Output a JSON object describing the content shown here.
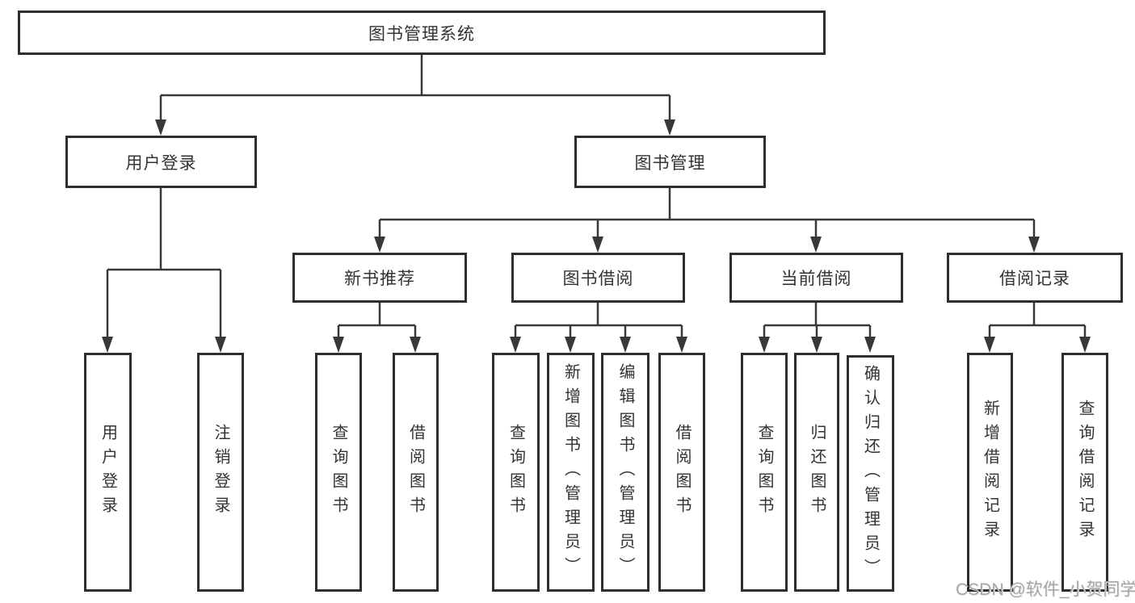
{
  "diagram": {
    "title": "图书管理系统",
    "branches": [
      {
        "label": "用户登录",
        "children": [
          {
            "label": "用户登录"
          },
          {
            "label": "注销登录"
          }
        ]
      },
      {
        "label": "图书管理",
        "children": [
          {
            "label": "新书推荐",
            "children": [
              {
                "label": "查询图书"
              },
              {
                "label": "借阅图书"
              }
            ]
          },
          {
            "label": "图书借阅",
            "children": [
              {
                "label": "查询图书"
              },
              {
                "label": "新增图书（管理员）"
              },
              {
                "label": "编辑图书（管理员）"
              },
              {
                "label": "借阅图书"
              }
            ]
          },
          {
            "label": "当前借阅",
            "children": [
              {
                "label": "查询图书"
              },
              {
                "label": "归还图书"
              },
              {
                "label": "确认归还（管理员）"
              }
            ]
          },
          {
            "label": "借阅记录",
            "children": [
              {
                "label": "新增借阅记录"
              },
              {
                "label": "查询借阅记录"
              }
            ]
          }
        ]
      }
    ]
  },
  "watermark": "CSDN @软件_小贺同学",
  "colors": {
    "line": "#383838",
    "border": "#2e2e2e",
    "text": "#333333",
    "watermark": "#a6a6a6",
    "background": "#ffffff"
  }
}
